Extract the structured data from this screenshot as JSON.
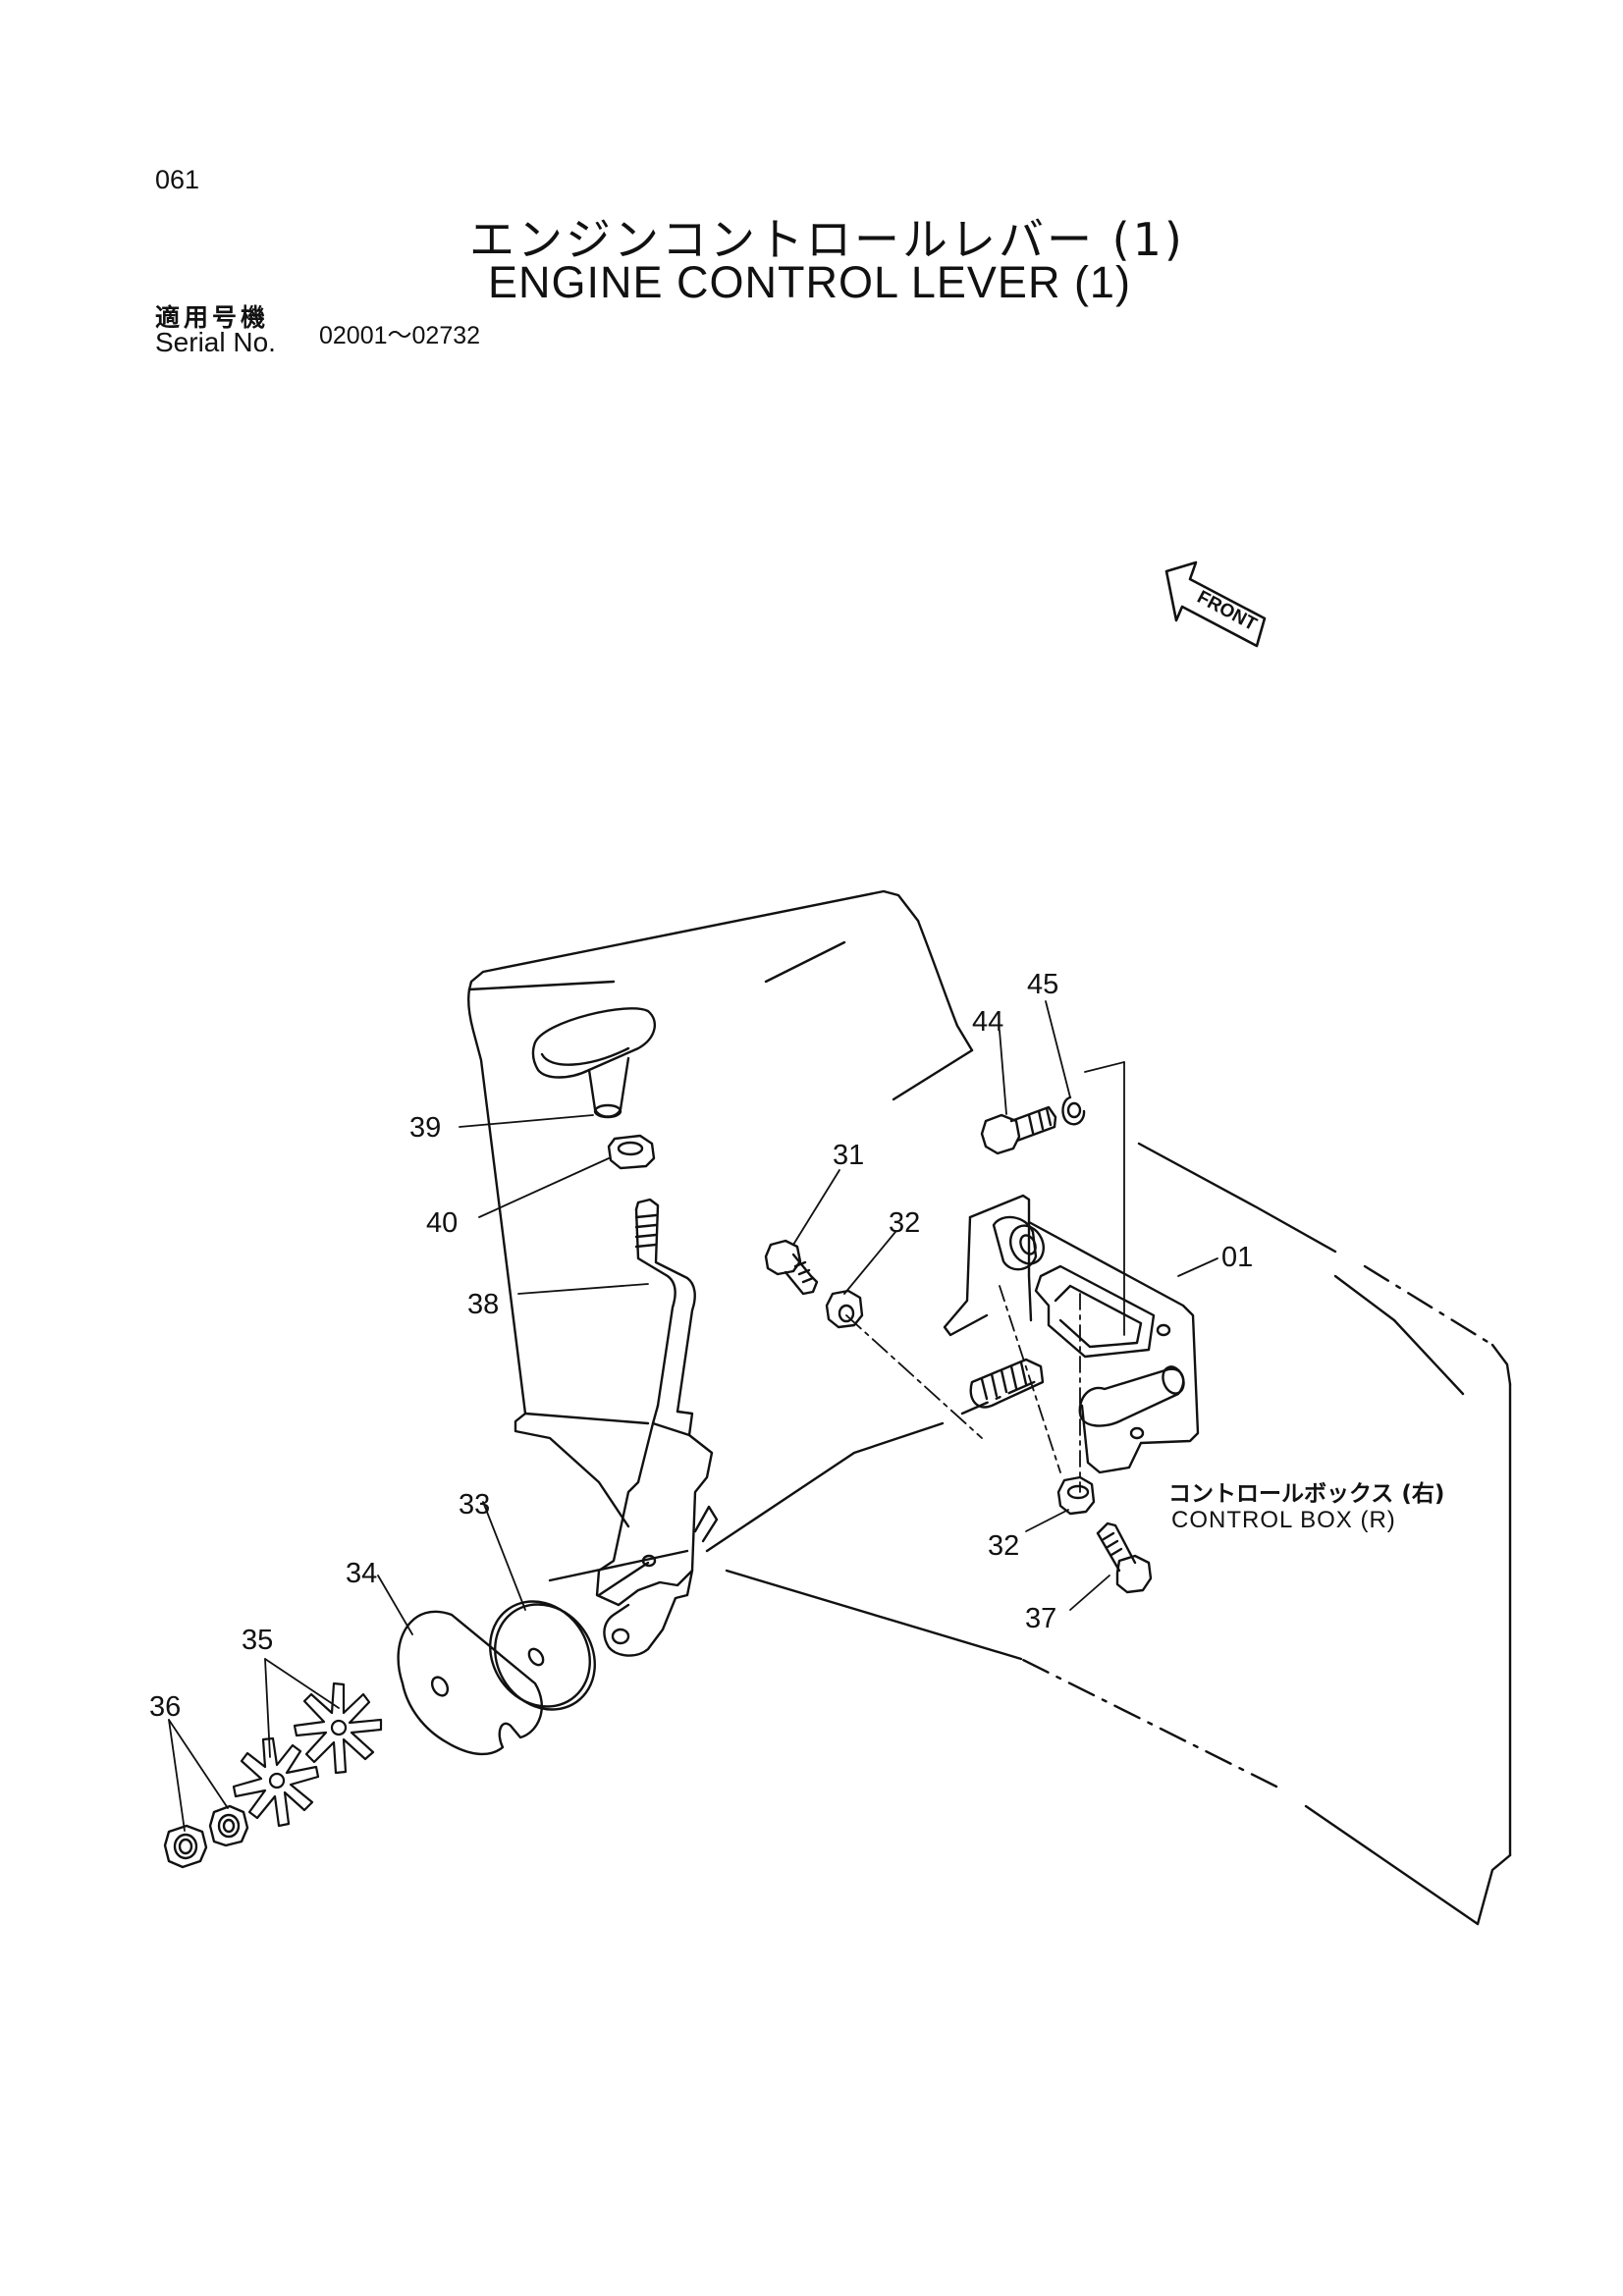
{
  "page_number": "061",
  "title_jp": "エンジンコントロールレバー (1)",
  "title_en": "ENGINE CONTROL LEVER (1)",
  "serial": {
    "label_jp": "適用号機",
    "label_en": "Serial No.",
    "range": "02001～02732"
  },
  "front_marker": "FRONT",
  "control_box_label": {
    "jp": "コントロールボックス (右)",
    "en": "CONTROL BOX (R)"
  },
  "callouts": {
    "c01": "01",
    "c31": "31",
    "c32a": "32",
    "c32b": "32",
    "c33": "33",
    "c34": "34",
    "c35": "35",
    "c36": "36",
    "c37": "37",
    "c38": "38",
    "c39": "39",
    "c40": "40",
    "c44": "44",
    "c45": "45"
  }
}
